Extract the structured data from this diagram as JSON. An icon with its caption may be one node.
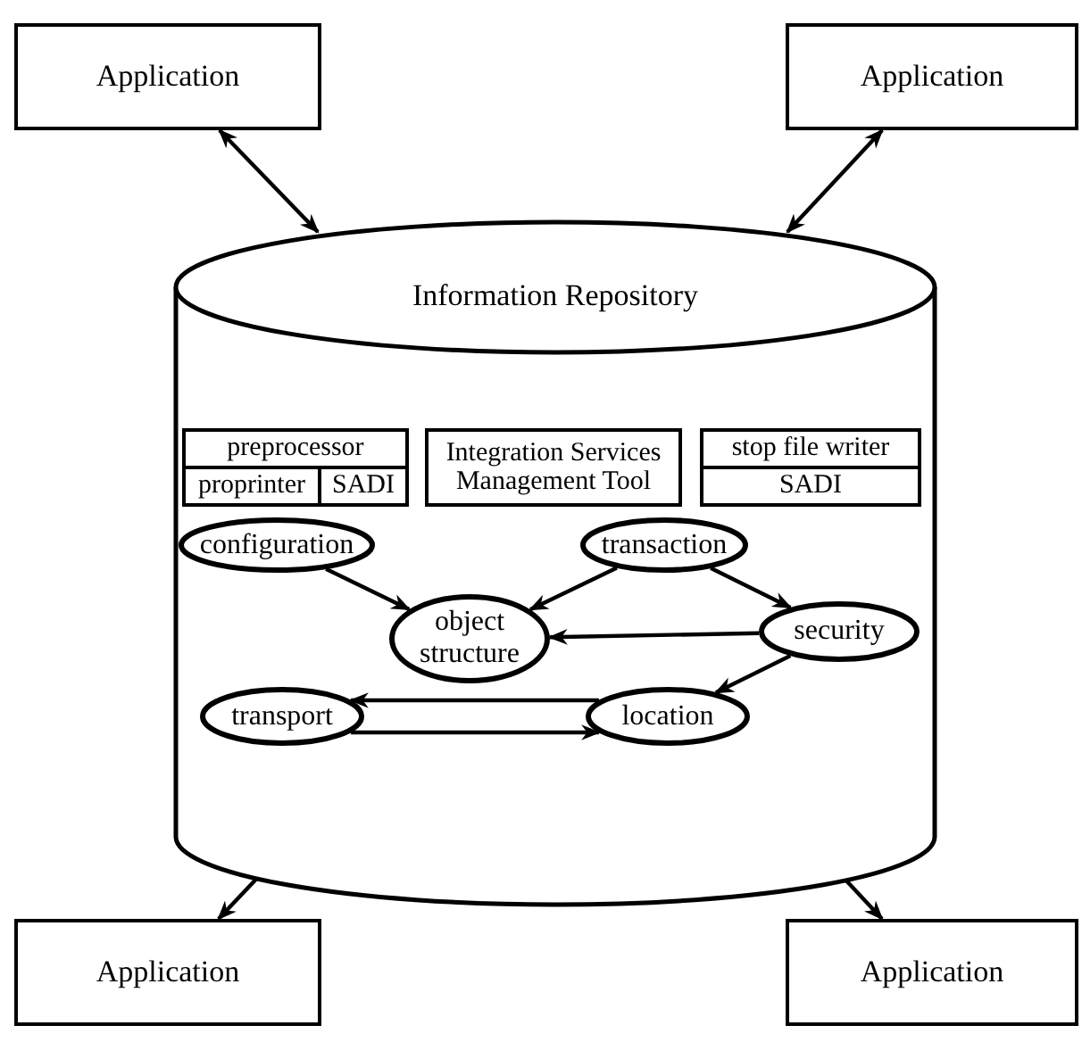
{
  "diagram": {
    "nodes": [
      {
        "text": [
          "Application"
        ]
      },
      {
        "text": [
          "Application"
        ]
      },
      {
        "text": [
          "Information Repository"
        ]
      },
      {
        "text": [
          "preprocessor"
        ],
        "in": 2
      },
      {
        "text": [
          "proprinter"
        ],
        "in": 2
      },
      {
        "text": [
          "SADI"
        ],
        "in": 2
      },
      {
        "text": [
          "Integration Services Management Tool"
        ],
        "in": 2
      },
      {
        "text": [
          "stop file writer"
        ],
        "in": 2
      },
      {
        "text": [
          "SADI"
        ],
        "in": 2
      },
      {
        "text": [
          "configuration"
        ],
        "in": 2
      },
      {
        "text": [
          "transaction"
        ],
        "in": 2
      },
      {
        "text": [
          "object structure"
        ],
        "in": 2
      },
      {
        "text": [
          "security"
        ],
        "in": 2
      },
      {
        "text": [
          "transport"
        ],
        "in": 2
      },
      {
        "text": [
          "location"
        ],
        "in": 2
      },
      {
        "text": [
          "Application"
        ]
      },
      {
        "text": [
          "Application"
        ]
      }
    ],
    "edges": [
      {
        "from": 0,
        "to": 2,
        "arrow": "both"
      },
      {
        "from": 1,
        "to": 2,
        "arrow": "both"
      },
      {
        "from": 2,
        "to": 15,
        "arrow": "both"
      },
      {
        "from": 2,
        "to": 16,
        "arrow": "both"
      },
      {
        "from": 9,
        "to": 11,
        "arrow": "to"
      },
      {
        "from": 10,
        "to": 11,
        "arrow": "to"
      },
      {
        "from": 10,
        "to": 12,
        "arrow": "to"
      },
      {
        "from": 12,
        "to": 11,
        "arrow": "to"
      },
      {
        "from": 12,
        "to": 14,
        "arrow": "to"
      },
      {
        "from": 14,
        "to": 13,
        "arrow": "to"
      },
      {
        "from": 13,
        "to": 14,
        "arrow": "to"
      }
    ]
  }
}
